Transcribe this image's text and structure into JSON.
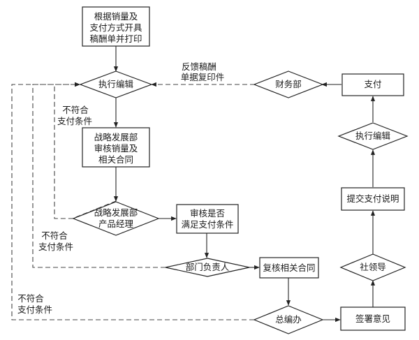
{
  "nodes": {
    "print_payment_slip": [
      "根据销量及",
      "支付方式开具",
      "稿酬单并打印"
    ],
    "editor_exec_1": [
      "执行编辑"
    ],
    "strategy_review": [
      "战略发展部",
      "审核销量及",
      "相关合同"
    ],
    "strategy_pm": [
      "战略发展部",
      "产品经理"
    ],
    "check_conditions": [
      "审核是否",
      "满足支付条件"
    ],
    "dept_head": [
      "部门负责人"
    ],
    "recheck_contract": [
      "复核相关合同"
    ],
    "chief_editor_office": [
      "总编办"
    ],
    "sign_opinion": [
      "签署意见"
    ],
    "publisher_leader": [
      "社领导"
    ],
    "submit_payment_note": [
      "提交支付说明"
    ],
    "editor_exec_2": [
      "执行编辑"
    ],
    "payment": [
      "支付"
    ],
    "finance_dept": [
      "财务部"
    ]
  },
  "edge_labels": {
    "feedback_copy": [
      "反馈稿酬",
      "单据复印件"
    ],
    "not_meet_1": [
      "不符合",
      "支付条件"
    ],
    "not_meet_2": [
      "不符合",
      "支付条件"
    ],
    "not_meet_3": [
      "不符合",
      "支付条件"
    ]
  }
}
